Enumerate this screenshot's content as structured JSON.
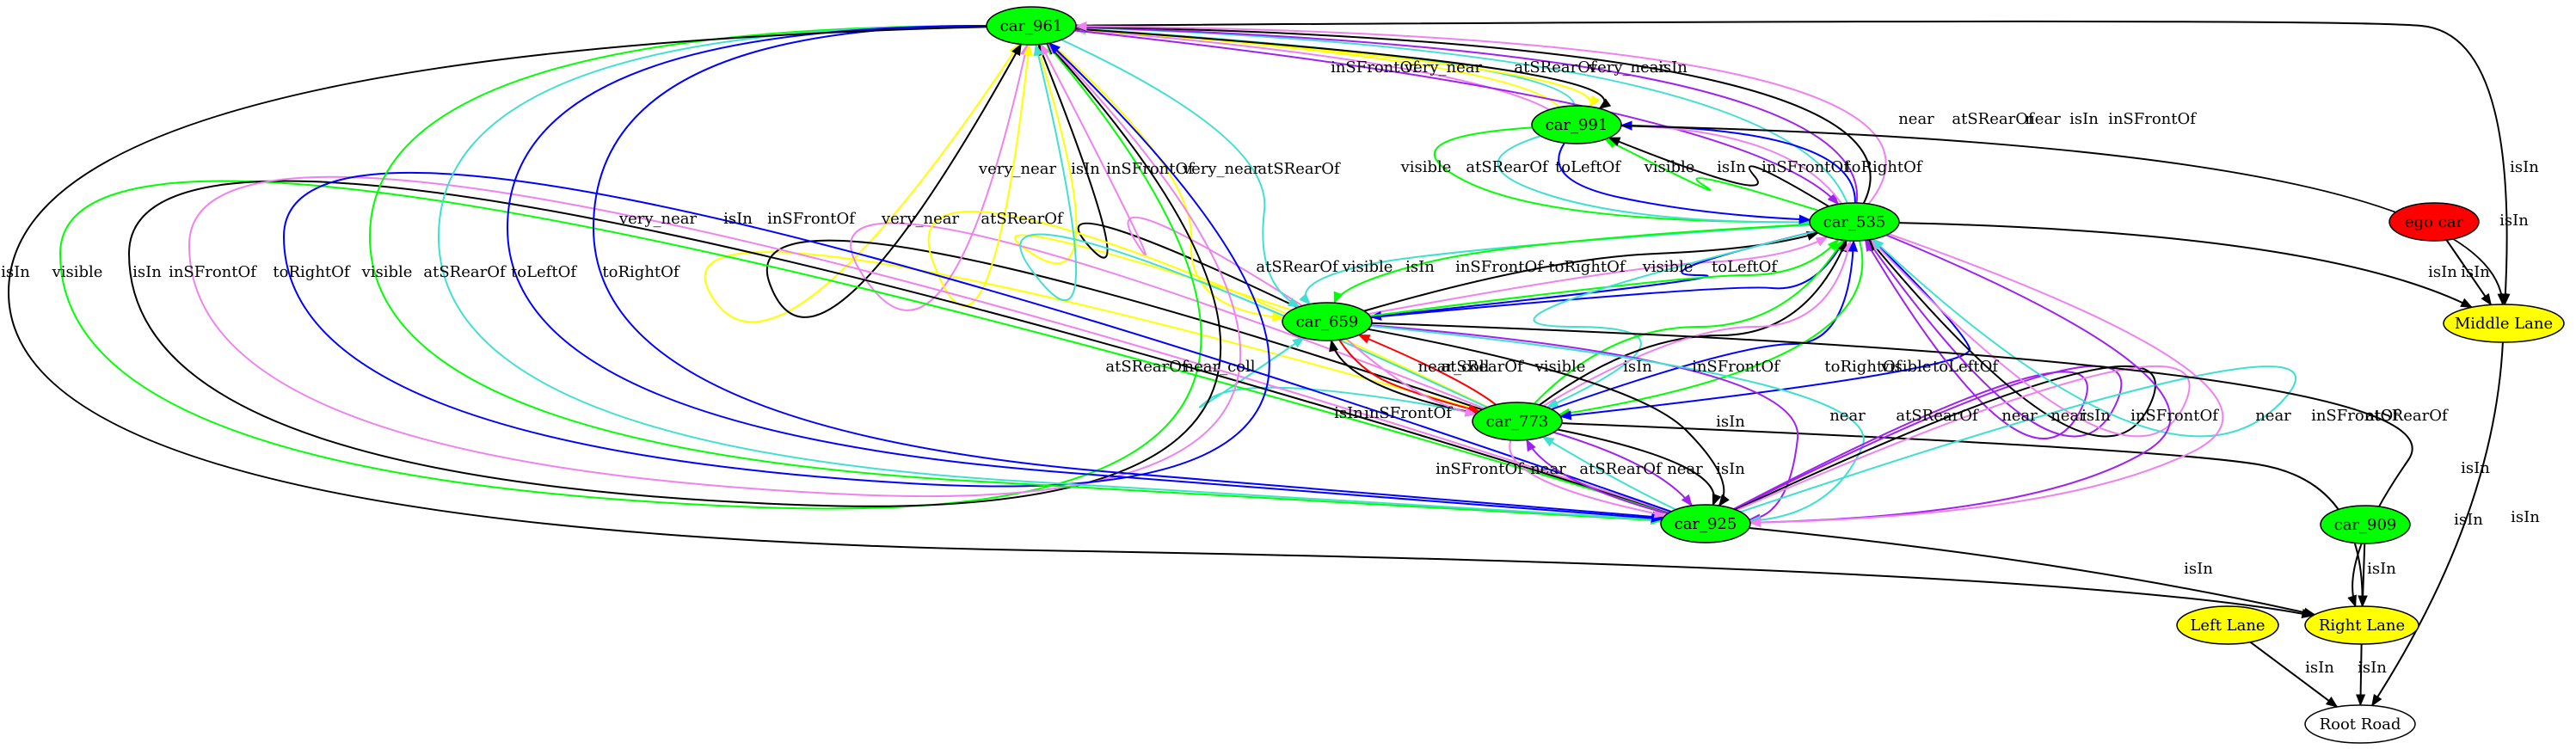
{
  "colors": {
    "green": "#00ff00",
    "red": "#ff0000",
    "yellow": "#ffff00",
    "white": "#ffffff",
    "black": "#000000",
    "blue": "#0000ff",
    "violet": "#ee82ee",
    "purple": "#a020f0",
    "turquoise": "#40e0d0"
  },
  "nodes": [
    {
      "id": "car_961",
      "label": "car_961",
      "fill": "#00ff00"
    },
    {
      "id": "car_991",
      "label": "car_991",
      "fill": "#00ff00"
    },
    {
      "id": "car_535",
      "label": "car_535",
      "fill": "#00ff00"
    },
    {
      "id": "car_659",
      "label": "car_659",
      "fill": "#00ff00"
    },
    {
      "id": "car_773",
      "label": "car_773",
      "fill": "#00ff00"
    },
    {
      "id": "car_925",
      "label": "car_925",
      "fill": "#00ff00"
    },
    {
      "id": "car_909",
      "label": "car_909",
      "fill": "#00ff00"
    },
    {
      "id": "ego_car",
      "label": "ego car",
      "fill": "#ff0000"
    },
    {
      "id": "middle_lane",
      "label": "Middle Lane",
      "fill": "#ffff00"
    },
    {
      "id": "right_lane",
      "label": "Right Lane",
      "fill": "#ffff00"
    },
    {
      "id": "left_lane",
      "label": "Left Lane",
      "fill": "#ffff00"
    },
    {
      "id": "root_road",
      "label": "Root Road",
      "fill": "#ffffff"
    }
  ],
  "edges": [
    {
      "from": "car_991",
      "to": "car_961",
      "label": "inSFrontOf",
      "color": "#ee82ee"
    },
    {
      "from": "car_991",
      "to": "car_961",
      "label": "very_near",
      "color": "#ffff00"
    },
    {
      "from": "car_991",
      "to": "car_961",
      "label": "atSRearOf",
      "color": "#40e0d0"
    },
    {
      "from": "car_961",
      "to": "car_991",
      "label": "very_near",
      "color": "#ffff00"
    },
    {
      "from": "car_961",
      "to": "car_991",
      "label": "isIn",
      "color": "#000000"
    },
    {
      "from": "car_961",
      "to": "middle_lane",
      "label": "isIn",
      "color": "#000000"
    },
    {
      "from": "car_961",
      "to": "car_535",
      "label": "near",
      "color": "#a020f0"
    },
    {
      "from": "car_535",
      "to": "car_961",
      "label": "atSRearOf",
      "color": "#40e0d0"
    },
    {
      "from": "car_535",
      "to": "car_961",
      "label": "near",
      "color": "#a020f0"
    },
    {
      "from": "car_535",
      "to": "car_961",
      "label": "isIn",
      "color": "#000000"
    },
    {
      "from": "car_535",
      "to": "car_961",
      "label": "inSFrontOf",
      "color": "#ee82ee"
    },
    {
      "from": "car_991",
      "to": "car_535",
      "label": "visible",
      "color": "#00ff00"
    },
    {
      "from": "car_991",
      "to": "car_535",
      "label": "atSRearOf",
      "color": "#40e0d0"
    },
    {
      "from": "car_991",
      "to": "car_535",
      "label": "toLeftOf",
      "color": "#0000ff"
    },
    {
      "from": "car_535",
      "to": "car_991",
      "label": "visible",
      "color": "#00ff00"
    },
    {
      "from": "car_535",
      "to": "car_991",
      "label": "isIn",
      "color": "#000000"
    },
    {
      "from": "car_535",
      "to": "car_991",
      "label": "inSFrontOf",
      "color": "#ee82ee"
    },
    {
      "from": "car_535",
      "to": "car_991",
      "label": "toRightOf",
      "color": "#0000ff"
    },
    {
      "from": "car_991",
      "to": "middle_lane",
      "label": "isIn",
      "color": "#000000"
    },
    {
      "from": "car_659",
      "to": "car_961",
      "label": "very_near",
      "color": "#ffff00"
    },
    {
      "from": "car_659",
      "to": "car_961",
      "label": "isIn",
      "color": "#000000"
    },
    {
      "from": "car_659",
      "to": "car_961",
      "label": "inSFrontOf",
      "color": "#ee82ee"
    },
    {
      "from": "car_961",
      "to": "car_659",
      "label": "very_near",
      "color": "#ffff00"
    },
    {
      "from": "car_961",
      "to": "car_659",
      "label": "atSRearOf",
      "color": "#40e0d0"
    },
    {
      "from": "car_535",
      "to": "car_659",
      "label": "atSRearOf",
      "color": "#40e0d0"
    },
    {
      "from": "car_535",
      "to": "car_659",
      "label": "visible",
      "color": "#00ff00"
    },
    {
      "from": "car_659",
      "to": "car_535",
      "label": "isIn",
      "color": "#000000"
    },
    {
      "from": "car_659",
      "to": "car_535",
      "label": "inSFrontOf",
      "color": "#ee82ee"
    },
    {
      "from": "car_535",
      "to": "car_659",
      "label": "toRightOf",
      "color": "#0000ff"
    },
    {
      "from": "car_659",
      "to": "car_535",
      "label": "visible",
      "color": "#00ff00"
    },
    {
      "from": "car_659",
      "to": "car_535",
      "label": "toLeftOf",
      "color": "#0000ff"
    },
    {
      "from": "car_535",
      "to": "middle_lane",
      "label": "isIn",
      "color": "#000000"
    },
    {
      "from": "ego_car",
      "to": "middle_lane",
      "label": "isIn",
      "color": "#000000"
    },
    {
      "from": "car_773",
      "to": "car_961",
      "label": "very_near",
      "color": "#ffff00"
    },
    {
      "from": "car_773",
      "to": "car_961",
      "label": "isIn",
      "color": "#000000"
    },
    {
      "from": "car_773",
      "to": "car_961",
      "label": "inSFrontOf",
      "color": "#ee82ee"
    },
    {
      "from": "car_773",
      "to": "car_961",
      "label": "very_near",
      "color": "#ffff00"
    },
    {
      "from": "car_773",
      "to": "car_961",
      "label": "atSRearOf",
      "color": "#40e0d0"
    },
    {
      "from": "car_773",
      "to": "car_659",
      "label": "atSRearOf",
      "color": "#40e0d0"
    },
    {
      "from": "car_659",
      "to": "car_773",
      "label": "near_coll",
      "color": "#ff0000"
    },
    {
      "from": "car_773",
      "to": "car_659",
      "label": "near_coll",
      "color": "#ff0000"
    },
    {
      "from": "car_773",
      "to": "car_659",
      "label": "isIn",
      "color": "#000000"
    },
    {
      "from": "car_659",
      "to": "car_773",
      "label": "inSFrontOf",
      "color": "#ee82ee"
    },
    {
      "from": "car_535",
      "to": "car_773",
      "label": "atSRearOf",
      "color": "#40e0d0"
    },
    {
      "from": "car_773",
      "to": "car_535",
      "label": "visible",
      "color": "#00ff00"
    },
    {
      "from": "car_773",
      "to": "car_535",
      "label": "isIn",
      "color": "#000000"
    },
    {
      "from": "car_773",
      "to": "car_535",
      "label": "inSFrontOf",
      "color": "#ee82ee"
    },
    {
      "from": "car_773",
      "to": "car_535",
      "label": "toRightOf",
      "color": "#0000ff"
    },
    {
      "from": "car_535",
      "to": "car_773",
      "label": "visible",
      "color": "#00ff00"
    },
    {
      "from": "car_535",
      "to": "car_773",
      "label": "toLeftOf",
      "color": "#0000ff"
    },
    {
      "from": "car_773",
      "to": "right_lane",
      "label": "isIn",
      "color": "#000000"
    },
    {
      "from": "car_925",
      "to": "car_961",
      "label": "visible",
      "color": "#00ff00"
    },
    {
      "from": "car_925",
      "to": "car_961",
      "label": "isIn",
      "color": "#000000"
    },
    {
      "from": "car_925",
      "to": "car_961",
      "label": "inSFrontOf",
      "color": "#ee82ee"
    },
    {
      "from": "car_925",
      "to": "car_961",
      "label": "toRightOf",
      "color": "#0000ff"
    },
    {
      "from": "car_961",
      "to": "car_925",
      "label": "visible",
      "color": "#00ff00"
    },
    {
      "from": "car_961",
      "to": "car_925",
      "label": "atSRearOf",
      "color": "#40e0d0"
    },
    {
      "from": "car_961",
      "to": "car_925",
      "label": "toLeftOf",
      "color": "#0000ff"
    },
    {
      "from": "car_961",
      "to": "car_925",
      "label": "toRightOf",
      "color": "#0000ff"
    },
    {
      "from": "car_961",
      "to": "right_lane",
      "label": "isIn",
      "color": "#000000"
    },
    {
      "from": "car_659",
      "to": "car_925",
      "label": "isIn",
      "color": "#000000"
    },
    {
      "from": "car_659",
      "to": "car_925",
      "label": "near",
      "color": "#a020f0"
    },
    {
      "from": "car_659",
      "to": "car_925",
      "label": "atSRearOf",
      "color": "#40e0d0"
    },
    {
      "from": "car_925",
      "to": "car_535",
      "label": "near",
      "color": "#a020f0"
    },
    {
      "from": "car_925",
      "to": "car_535",
      "label": "near",
      "color": "#a020f0"
    },
    {
      "from": "car_925",
      "to": "car_535",
      "label": "isIn",
      "color": "#000000"
    },
    {
      "from": "car_925",
      "to": "car_535",
      "label": "inSFrontOf",
      "color": "#ee82ee"
    },
    {
      "from": "car_925",
      "to": "car_535",
      "label": "atSRearOf",
      "color": "#40e0d0"
    },
    {
      "from": "car_535",
      "to": "car_925",
      "label": "near",
      "color": "#a020f0"
    },
    {
      "from": "car_535",
      "to": "car_925",
      "label": "inSFrontOf",
      "color": "#ee82ee"
    },
    {
      "from": "car_659",
      "to": "right_lane",
      "label": "isIn",
      "color": "#000000"
    },
    {
      "from": "car_773",
      "to": "car_925",
      "label": "inSFrontOf",
      "color": "#ee82ee"
    },
    {
      "from": "car_925",
      "to": "car_773",
      "label": "near",
      "color": "#a020f0"
    },
    {
      "from": "car_925",
      "to": "car_773",
      "label": "atSRearOf",
      "color": "#40e0d0"
    },
    {
      "from": "car_773",
      "to": "car_925",
      "label": "near",
      "color": "#a020f0"
    },
    {
      "from": "car_773",
      "to": "car_925",
      "label": "isIn",
      "color": "#000000"
    },
    {
      "from": "car_925",
      "to": "right_lane",
      "label": "isIn",
      "color": "#000000"
    },
    {
      "from": "car_909",
      "to": "right_lane",
      "label": "isIn",
      "color": "#000000"
    },
    {
      "from": "middle_lane",
      "to": "root_road",
      "label": "isIn",
      "color": "#000000"
    },
    {
      "from": "right_lane",
      "to": "root_road",
      "label": "isIn",
      "color": "#000000"
    },
    {
      "from": "left_lane",
      "to": "root_road",
      "label": "isIn",
      "color": "#000000"
    }
  ]
}
